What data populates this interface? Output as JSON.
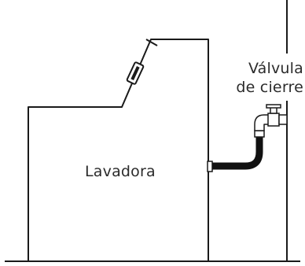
{
  "labels": {
    "washer": "Lavadora",
    "valve_line1": "Válvula",
    "valve_line2": "de cierre"
  },
  "colors": {
    "stroke": "#1a1a1a",
    "hose": "#111111",
    "text": "#2b2b2b",
    "background": "#ffffff"
  }
}
